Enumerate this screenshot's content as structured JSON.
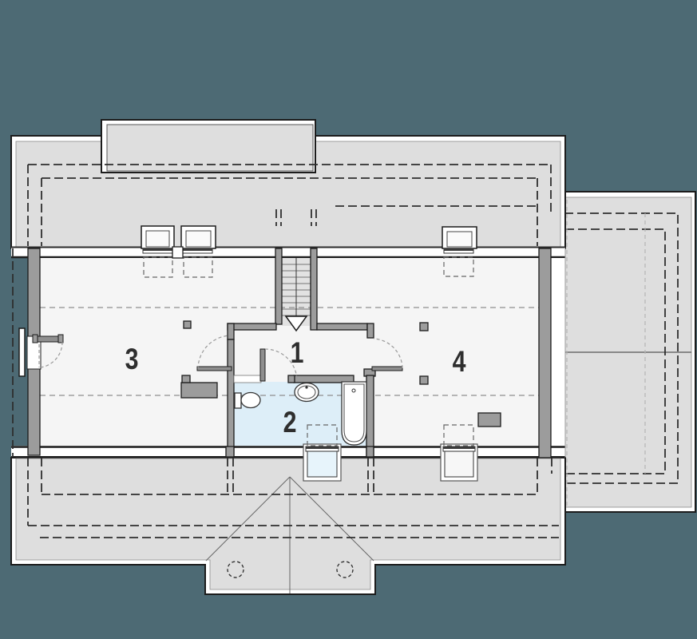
{
  "floor_plan": {
    "room_labels": [
      {
        "text": "1"
      },
      {
        "text": "2"
      },
      {
        "text": "3"
      },
      {
        "text": "4"
      }
    ]
  },
  "colors": {
    "background_teal": "#4d6a74",
    "roof_gray": "#dedede",
    "floor_white": "#f5f5f5",
    "wall_gray": "#9c9c9c",
    "bathroom_blue": "#ddeef8",
    "stair_gray": "#e2e2e2",
    "line_dark": "#1c1c1c",
    "label_color": "#2e2e2e",
    "roof_window_blue": "#e7f4fb"
  }
}
